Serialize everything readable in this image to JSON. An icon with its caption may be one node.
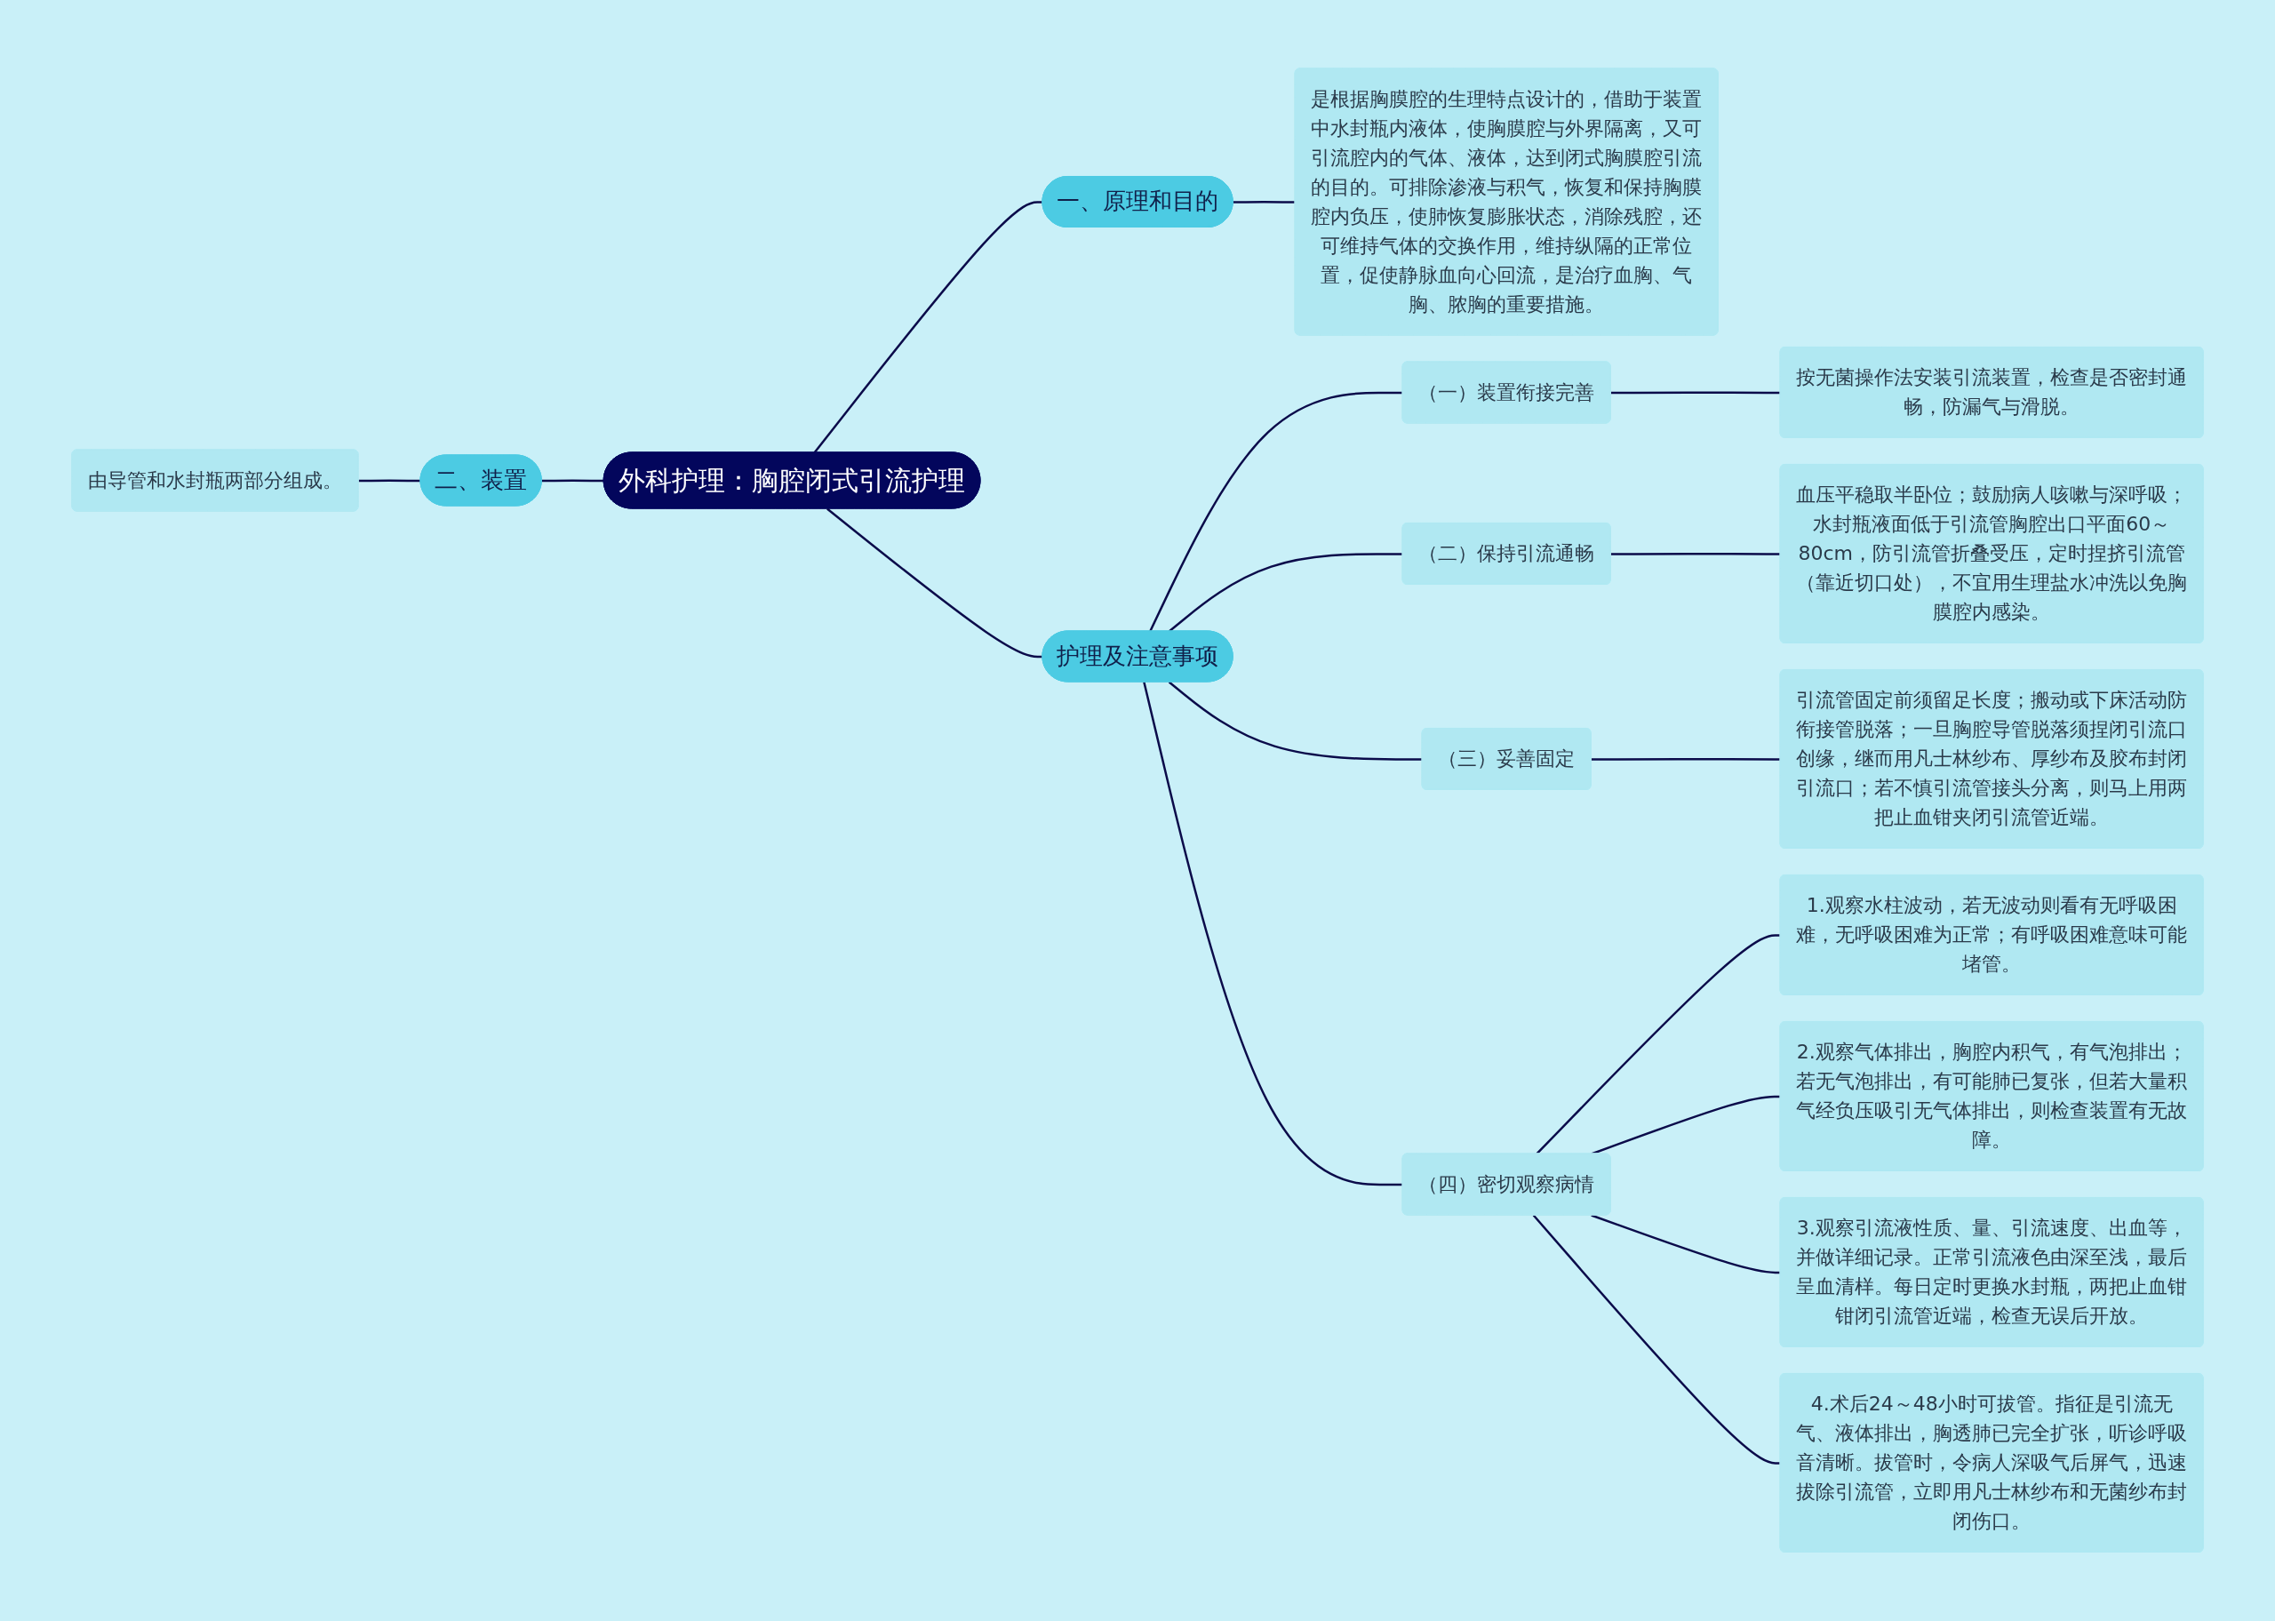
{
  "diagram": {
    "nodes": [
      {
        "text": [
          "外科护理：胸腔闭式引流护理"
        ]
      },
      {
        "text": [
          "一、原理和目的"
        ]
      },
      {
        "text": [
          "是根据胸膜腔的生理特点设计的，借助于装置中水封瓶内液体，使胸膜腔与外界隔离，又可引流腔内的气体、液体，达到闭式胸膜腔引流的目的。可排除渗液与积气，恢复和保持胸膜腔内负压，使肺恢复膨胀状态，消除残腔，还可维持气体的交换作用，维持纵隔的正常位置，促使静脉血向心回流，是治疗血胸、气胸、脓胸的重要措施。"
        ]
      },
      {
        "text": [
          "护理及注意事项"
        ]
      },
      {
        "text": [
          "（一）装置衔接完善"
        ]
      },
      {
        "text": [
          "按无菌操作法安装引流装置，检查是否密封通畅，防漏气与滑脱。"
        ]
      },
      {
        "text": [
          "（二）保持引流通畅"
        ]
      },
      {
        "text": [
          "血压平稳取半卧位；鼓励病人咳嗽与深呼吸；水封瓶液面低于引流管胸腔出口平面60～80cm，防引流管折叠受压，定时捏挤引流管（靠近切口处），不宜用生理盐水冲洗以免胸膜腔内感染。"
        ]
      },
      {
        "text": [
          "（三）妥善固定"
        ]
      },
      {
        "text": [
          "引流管固定前须留足长度；搬动或下床活动防衔接管脱落；一旦胸腔导管脱落须捏闭引流口创缘，继而用凡士林纱布、厚纱布及胶布封闭引流口；若不慎引流管接头分离，则马上用两把止血钳夹闭引流管近端。"
        ]
      },
      {
        "text": [
          "（四）密切观察病情"
        ]
      },
      {
        "text": [
          "1.观察水柱波动，若无波动则看有无呼吸困难，无呼吸困难为正常；有呼吸困难意味可能堵管。"
        ]
      },
      {
        "text": [
          "2.观察气体排出，胸腔内积气，有气泡排出；若无气泡排出，有可能肺已复张，但若大量积气经负压吸引无气体排出，则检查装置有无故障。"
        ]
      },
      {
        "text": [
          "3.观察引流液性质、量、引流速度、出血等，并做详细记录。正常引流液色由深至浅，最后呈血清样。每日定时更换水封瓶，两把止血钳钳闭引流管近端，检查无误后开放。"
        ]
      },
      {
        "text": [
          "4.术后24～48小时可拔管。指征是引流无气、液体排出，胸透肺已完全扩张，听诊呼吸音清晰。拔管时，令病人深吸气后屏气，迅速拔除引流管，立即用凡士林纱布和无菌纱布封闭伤口。"
        ]
      },
      {
        "text": [
          "二、装置"
        ]
      },
      {
        "text": [
          "由导管和水封瓶两部分组成。"
        ]
      }
    ],
    "edges": [
      {
        "from": 0,
        "to": 1,
        "arrow": "none"
      },
      {
        "from": 1,
        "to": 2,
        "arrow": "none"
      },
      {
        "from": 0,
        "to": 3,
        "arrow": "none"
      },
      {
        "from": 3,
        "to": 4,
        "arrow": "none"
      },
      {
        "from": 4,
        "to": 5,
        "arrow": "none"
      },
      {
        "from": 3,
        "to": 6,
        "arrow": "none"
      },
      {
        "from": 6,
        "to": 7,
        "arrow": "none"
      },
      {
        "from": 3,
        "to": 8,
        "arrow": "none"
      },
      {
        "from": 8,
        "to": 9,
        "arrow": "none"
      },
      {
        "from": 3,
        "to": 10,
        "arrow": "none"
      },
      {
        "from": 10,
        "to": 11,
        "arrow": "none"
      },
      {
        "from": 10,
        "to": 12,
        "arrow": "none"
      },
      {
        "from": 10,
        "to": 13,
        "arrow": "none"
      },
      {
        "from": 10,
        "to": 14,
        "arrow": "none"
      },
      {
        "from": 0,
        "to": 15,
        "arrow": "none"
      },
      {
        "from": 15,
        "to": 16,
        "arrow": "none"
      }
    ]
  }
}
